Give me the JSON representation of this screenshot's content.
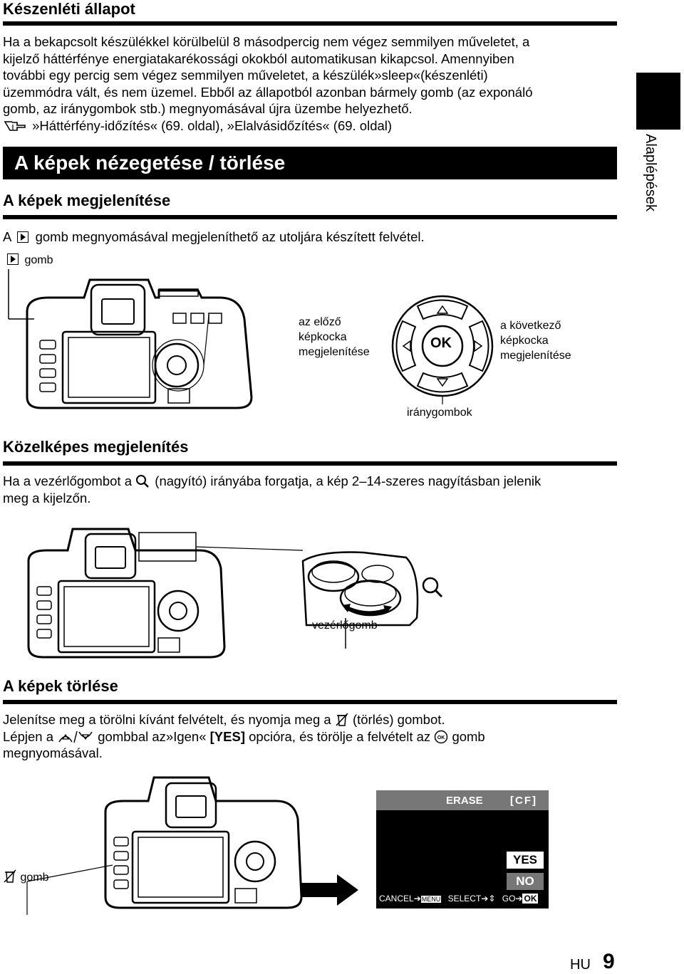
{
  "standby": {
    "title": "Készenléti állapot",
    "p1": "Ha a bekapcsolt készülékkel körülbelül 8 másodpercig nem végez semmilyen műveletet, a",
    "p2": "kijelző háttérfénye energiatakarékossági okokból automatikusan kikapcsol. Amennyiben",
    "p3": "további egy percig sem végez semmilyen műveletet, a készülék»sleep«(készenléti)",
    "p4": "üzemmódra vált, és nem üzemel. Ebből az állapotból azonban bármely gomb (az exponáló",
    "p5": "gomb, az iránygombok stb.) megnyomásával újra üzembe helyezhető.",
    "ref": "»Háttérfény-időzítés« (69. oldal), »Elalvásidőzítés« (69. oldal)"
  },
  "side_tab": "Alaplépések",
  "banner": "A képek nézegetése / törlése",
  "view": {
    "title": "A képek megjelenítése",
    "text_a": "A",
    "text_b": "gomb megnyomásával megjeleníthető az utoljára készített felvétel.",
    "play_label": "gomb",
    "prev1": "az előző",
    "prev2": "képkocka",
    "prev3": "megjelenítése",
    "next1": "a következő",
    "next2": "képkocka",
    "next3": "megjelenítése",
    "arrows": "iránygombok",
    "ok": "OK"
  },
  "closeup": {
    "title": "Közelképes megjelenítés",
    "line1a": "Ha a vezérlőgombot a",
    "line1b": "(nagyító) irányába forgatja, a kép 2–14-szeres nagyításban jelenik",
    "line2": "meg a kijelzőn.",
    "dial": "vezérlőgomb"
  },
  "erase": {
    "title": "A képek törlése",
    "line1a": "Jelenítse meg a törölni kívánt felvételt, és nyomja meg a",
    "line1b": "(törlés) gombot.",
    "line2a": "Lépjen a",
    "line2b": "gombbal az»Igen«",
    "line2c": "[YES]",
    "line2d": "opcióra, és törölje a felvételt az",
    "line2e": "gomb",
    "line3": "megnyomásával.",
    "erase_label": "gomb",
    "lcd_title": "ERASE",
    "lcd_card": "[CF]",
    "yes": "YES",
    "no": "NO",
    "cancel": "CANCEL",
    "menu": "MENU",
    "select": "SELECT",
    "go": "GO",
    "ok": "OK"
  },
  "footer": {
    "lang": "HU",
    "page": "9"
  }
}
